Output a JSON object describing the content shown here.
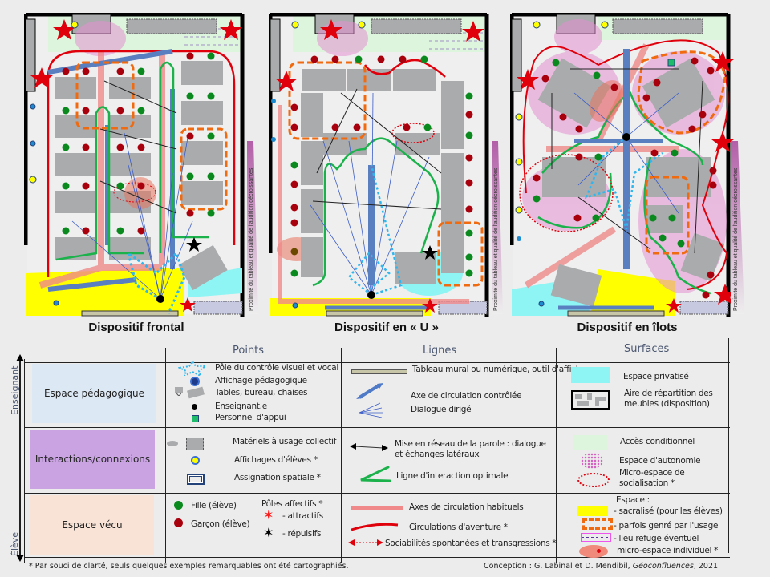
{
  "plans": [
    {
      "id": "frontal",
      "title": "Dispositif frontal",
      "side_label": "Proximité du tableau et qualité de l'audition décroissantes"
    },
    {
      "id": "u",
      "title": "Dispositif en « U »",
      "side_label": "Proximité du tableau et qualité de l'audition décroissantes"
    },
    {
      "id": "ilots",
      "title": "Dispositif en îlots",
      "side_label": "Proximité du tableau et qualité de l'audition décroissantes"
    }
  ],
  "legend": {
    "axis": {
      "top": "Enseignant",
      "bottom": "Élève"
    },
    "columns": {
      "points": "Points",
      "lines": "Lignes",
      "surfaces": "Surfaces"
    },
    "categories": [
      {
        "label": "Espace pédagogique",
        "color": "#dde8f5"
      },
      {
        "label": "Interactions/connexions",
        "color": "#c9a3e2"
      },
      {
        "label": "Espace vécu",
        "color": "#f9e3d6"
      }
    ],
    "points": {
      "row1": [
        "Pôle du contrôle visuel et vocal",
        "Affichage pédagogique",
        "Tables, bureau, chaises",
        "Enseignant.e",
        "Personnel d'appui"
      ],
      "row2": [
        "Matériels à usage collectif",
        "Affichages d'élèves *",
        "Assignation spatiale *"
      ],
      "row3": {
        "girl": "Fille (élève)",
        "boy": "Garçon (élève)",
        "poles_title": "Pôles affectifs *",
        "attractive": "- attractifs",
        "repulsive": "- répulsifs"
      }
    },
    "lines": {
      "row1": [
        "Tableau mural ou numérique, outil d'affichage",
        "Axe de circulation contrôlée",
        "Dialogue dirigé"
      ],
      "row2": [
        "Mise en réseau de la parole : dialogue et échanges latéraux",
        "Ligne d'interaction optimale"
      ],
      "row3": [
        "Axes de circulation habituels",
        "Circulations d'aventure *",
        "Sociabilités spontanées et transgressions *"
      ]
    },
    "surfaces": {
      "row1": [
        "Espace privatisé",
        "Aire de répartition des meubles (disposition)"
      ],
      "row2": [
        "Accès conditionnel",
        "Espace d'autonomie",
        "Micro-espace de socialisation *"
      ],
      "row3": {
        "title": "Espace :",
        "items": [
          "- sacralisé (pour les élèves)",
          "- parfois genré par l'usage",
          "- lieu refuge éventuel",
          "micro-espace individuel *"
        ]
      }
    },
    "footnote": "* Par souci de clarté, seuls quelques exemples remarquables ont été cartographiés.",
    "credit_prefix": "Conception : G. Labinal et D. Mendibil, ",
    "credit_source": "Géoconfluences",
    "credit_suffix": ", 2021."
  },
  "colors": {
    "girl": "#0a8a1e",
    "boy": "#a8000c",
    "table": "#a9abad",
    "green_line": "#1bb24b",
    "red_line": "#e0000c",
    "orange": "#f06a10",
    "blue_axis": "#5a7fc0",
    "pink_axis": "#f08a8a",
    "cyan": "#8ef4f4",
    "yellow": "#ffff00",
    "access": "#dcf5dc"
  }
}
